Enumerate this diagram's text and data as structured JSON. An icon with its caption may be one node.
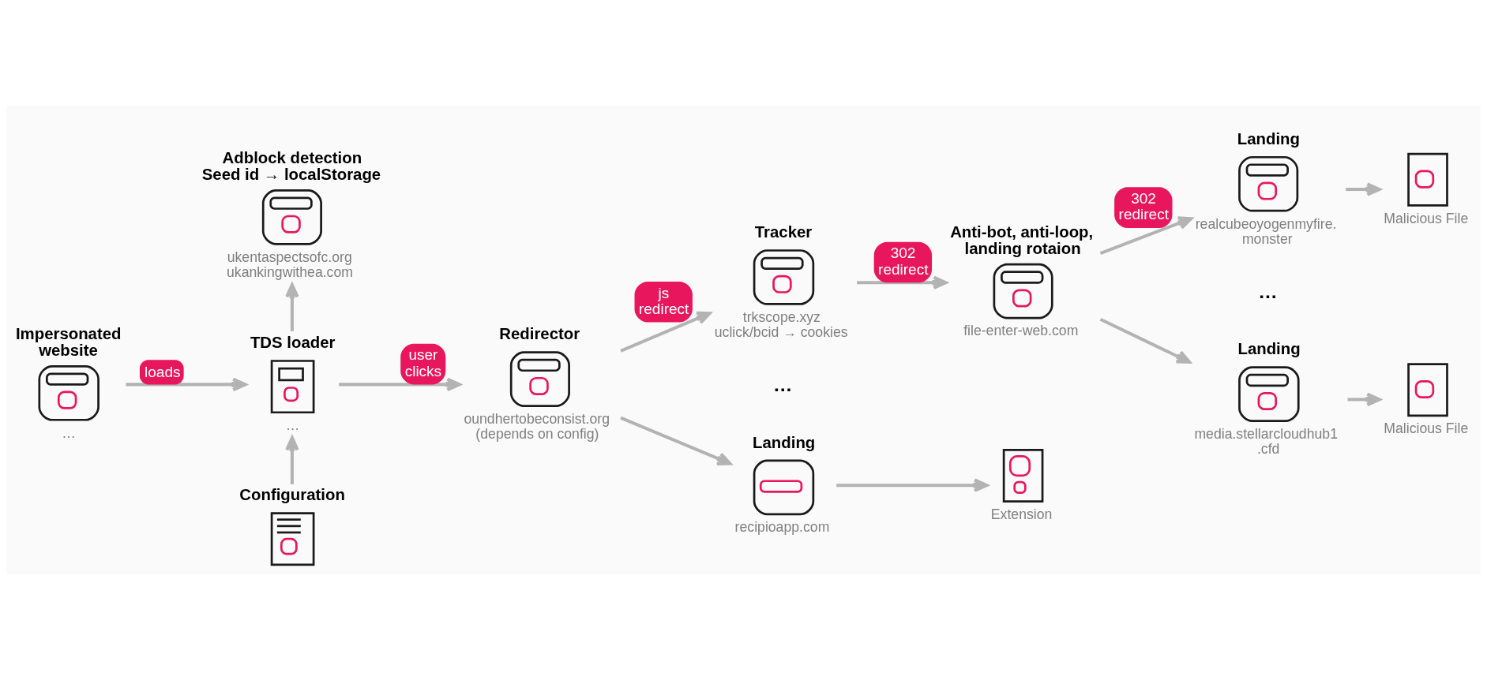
{
  "diagram": {
    "nodes": [
      {
        "text": [
          "Adblock detection Seed id → localStorage",
          "ukentaspectsofc.org ukankingwithea.com"
        ]
      },
      {
        "text": [
          "Impersonated website",
          "…"
        ]
      },
      {
        "text": [
          "TDS loader",
          "…"
        ]
      },
      {
        "text": [
          "Redirector",
          "oundhertobeconsist.org (depends on config)"
        ]
      },
      {
        "text": [
          "Tracker",
          "trkscope.xyz uclick/bcid → cookies"
        ]
      },
      {
        "text": [
          "Anti-bot, anti-loop, landing rotaion",
          "file-enter-web.com"
        ]
      },
      {
        "text": [
          "Landing",
          "realcubeoyogenmyfire. monster"
        ]
      },
      {
        "text": [
          "Malicious File"
        ]
      },
      {
        "text": [
          "Landing",
          "media.stellarcloudhub1 .cfd"
        ]
      },
      {
        "text": [
          "Malicious File"
        ]
      },
      {
        "text": [
          "Configuration"
        ]
      },
      {
        "text": [
          "Landing",
          "recipioapp.com"
        ]
      },
      {
        "text": [
          "Extension"
        ]
      }
    ],
    "edges": [
      {
        "from": 1,
        "to": 2,
        "arrow": "to",
        "label": "loads"
      },
      {
        "from": 2,
        "to": 0,
        "arrow": "to"
      },
      {
        "from": 10,
        "to": 2,
        "arrow": "to"
      },
      {
        "from": 2,
        "to": 3,
        "arrow": "to",
        "label": "user clicks"
      },
      {
        "from": 3,
        "to": 4,
        "arrow": "to",
        "label": "js redirect"
      },
      {
        "from": 3,
        "to": 11,
        "arrow": "to"
      },
      {
        "from": 4,
        "to": 5,
        "arrow": "to",
        "label": "302 redirect"
      },
      {
        "from": 5,
        "to": 6,
        "arrow": "to",
        "label": "302 redirect"
      },
      {
        "from": 5,
        "to": 8,
        "arrow": "to"
      },
      {
        "from": 6,
        "to": 7,
        "arrow": "to"
      },
      {
        "from": 8,
        "to": 9,
        "arrow": "to"
      },
      {
        "from": 11,
        "to": 12,
        "arrow": "to"
      }
    ],
    "labels": [
      "…",
      "…"
    ]
  }
}
